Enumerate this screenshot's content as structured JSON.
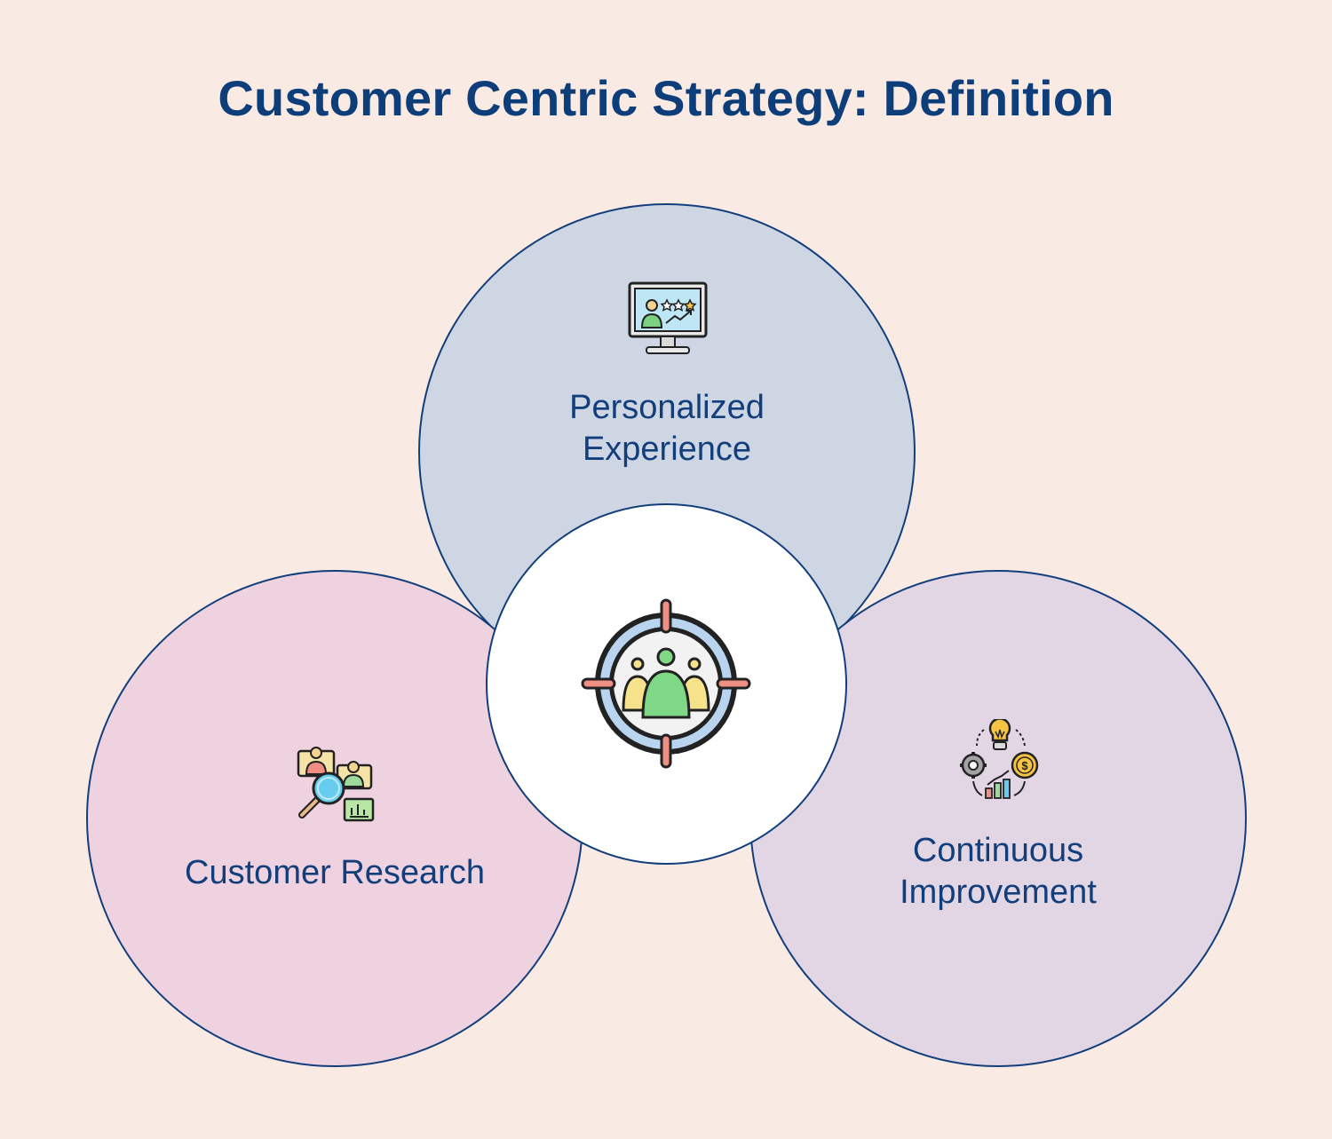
{
  "title": "Customer Centric Strategy: Definition",
  "colors": {
    "background": "#faeae4",
    "title": "#0e3e7a",
    "outline": "#123f7c",
    "top_circle": "#ced6e3",
    "left_circle": "#eed2df",
    "right_circle": "#e2d6e5",
    "center_circle": "#ffffff"
  },
  "nodes": {
    "center": {
      "icon": "target-audience-icon"
    },
    "top": {
      "label_line1": "Personalized",
      "label_line2": "Experience",
      "icon": "monitor-rating-icon"
    },
    "left": {
      "label": "Customer Research",
      "icon": "research-magnifier-icon"
    },
    "right": {
      "label_line1": "Continuous",
      "label_line2": "Improvement",
      "icon": "improvement-cycle-icon"
    }
  }
}
